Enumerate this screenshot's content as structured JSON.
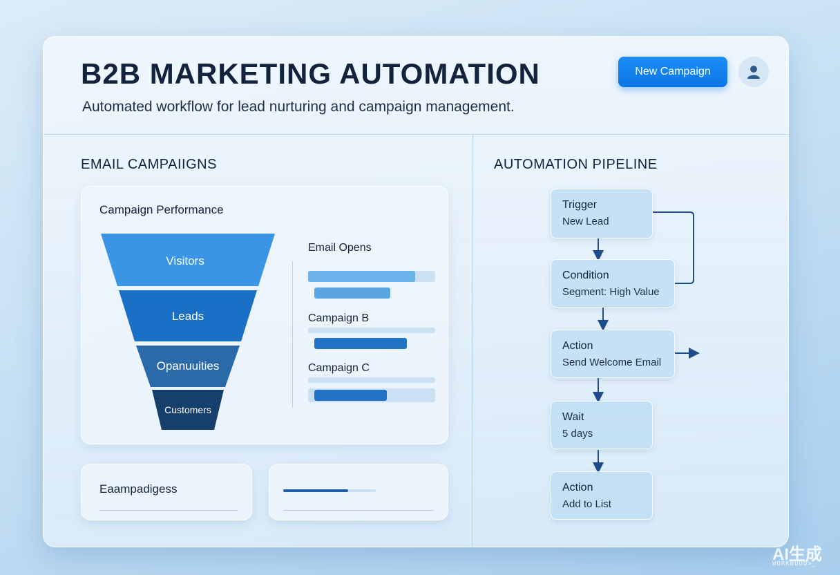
{
  "header": {
    "title": "B2B MARKETING AUTOMATION",
    "subtitle": "Automated workflow for lead nurturing and campaign management.",
    "new_campaign_label": "New Campaign",
    "avatar_icon": "user-icon"
  },
  "email_campaigns": {
    "section_title": "EMAIL CAMPAIIGNS",
    "performance_card": {
      "title": "Campaign Performance",
      "funnel": [
        {
          "label": "Visitors",
          "color": "#3a95e4"
        },
        {
          "label": "Leads",
          "color": "#1a6fc7"
        },
        {
          "label": "Opanuuities",
          "color": "#2a6aa8"
        },
        {
          "label": "Customers",
          "color": "#163f6b"
        }
      ],
      "bars": {
        "heading": "Email Opens",
        "groups": [
          {
            "label": "",
            "track_fill": 0.84,
            "secondary_fill": 0.6,
            "fill_color": "#6bb2e8",
            "secondary_color": "#5aa6e3"
          },
          {
            "label": "Campaign B",
            "track_fill": 0.0,
            "secondary_fill": 0.73,
            "fill_color": "#1f72c4",
            "secondary_color": "#1f72c4"
          },
          {
            "label": "Campaign C",
            "track_fill": 0.0,
            "secondary_fill": 0.57,
            "fill_color": "#1f72c4",
            "secondary_color": "#1f72c4"
          }
        ]
      }
    },
    "bottom_cards": {
      "left_label": "Eaampadigess",
      "right_progress": 0.7
    }
  },
  "automation_pipeline": {
    "section_title": "AUTOMATION PIPELINE",
    "nodes": [
      {
        "title": "Trigger",
        "sub": "New Lead"
      },
      {
        "title": "Condition",
        "sub": "Segment: High Value"
      },
      {
        "title": "Action",
        "sub": "Send Welcome Email"
      },
      {
        "title": "Wait",
        "sub": "5 days"
      },
      {
        "title": "Action",
        "sub": "Add to List"
      }
    ]
  },
  "watermark": {
    "main": "AI生成",
    "sub": "WORKBUDD>_"
  }
}
